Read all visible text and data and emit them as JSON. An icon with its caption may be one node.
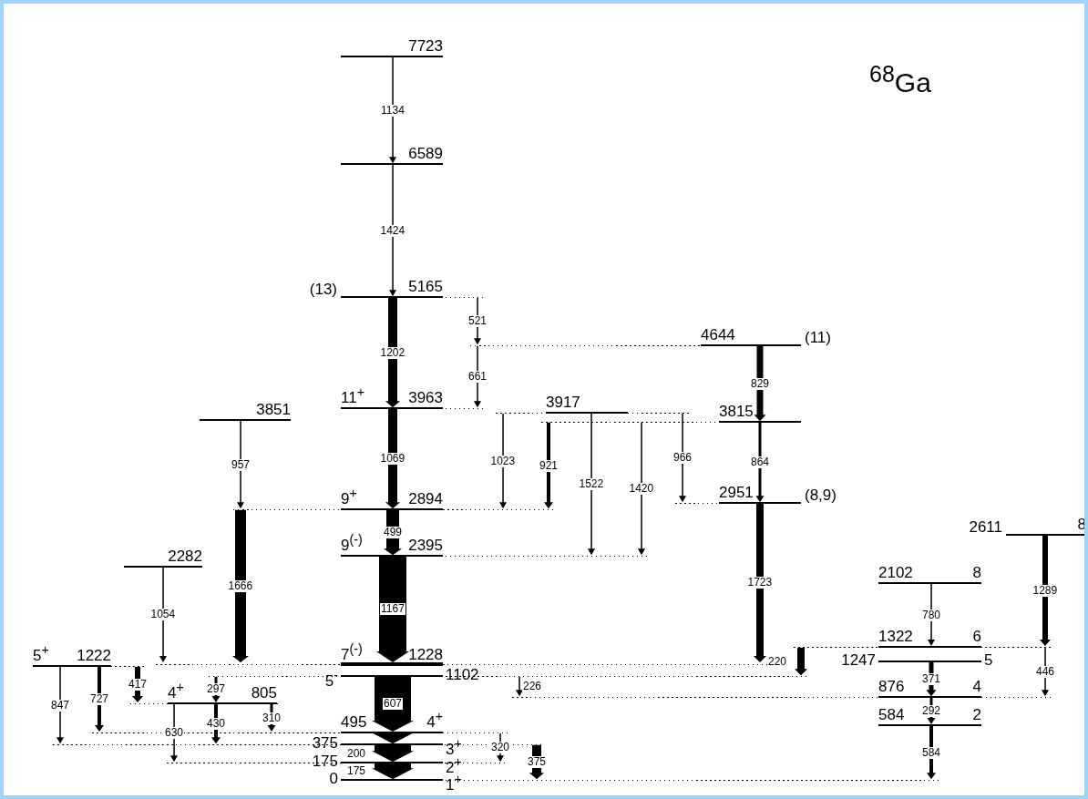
{
  "diagram": {
    "title": "$^{68}$Ga",
    "nodes": [
      {
        "text": [
          "7723"
        ]
      },
      {
        "text": [
          "6589"
        ]
      },
      {
        "text": [
          "(13)",
          "5165"
        ]
      },
      {
        "text": [
          "4644",
          "(11)"
        ]
      },
      {
        "text": [
          "11$^{+}$",
          "3963"
        ]
      },
      {
        "text": [
          "3917"
        ]
      },
      {
        "text": [
          "3851"
        ]
      },
      {
        "text": [
          "3815"
        ]
      },
      {
        "text": [
          "2951",
          "(8,9)"
        ]
      },
      {
        "text": [
          "9$^{+}$",
          "2894"
        ]
      },
      {
        "text": [
          "9$^{(-)}$",
          "2395"
        ]
      },
      {
        "text": [
          "2611",
          "8"
        ]
      },
      {
        "text": [
          "2282"
        ]
      },
      {
        "text": [
          "2102",
          "8"
        ]
      },
      {
        "text": [
          "1322",
          "6"
        ]
      },
      {
        "text": [
          "1247",
          "5"
        ]
      },
      {
        "text": [
          "7$^{(-)}$",
          "1228"
        ]
      },
      {
        "text": [
          "5$^{+}$",
          "1222"
        ]
      },
      {
        "text": [
          "5$^{-}$",
          "1102"
        ]
      },
      {
        "text": [
          "876",
          "4"
        ]
      },
      {
        "text": [
          "4$^{+}$",
          "805"
        ]
      },
      {
        "text": [
          "584",
          "2"
        ]
      },
      {
        "text": [
          "495",
          "4$^{+}$"
        ]
      },
      {
        "text": [
          "375",
          "3$^{+}$"
        ]
      },
      {
        "text": [
          "175",
          "2$^{+}$"
        ]
      },
      {
        "text": [
          "0",
          "1$^{+}$"
        ]
      }
    ],
    "edges": [
      {
        "from": 0,
        "to": 1,
        "arrow": "to",
        "label": "1134"
      },
      {
        "from": 1,
        "to": 2,
        "arrow": "to",
        "label": "1424"
      },
      {
        "from": 2,
        "to": 4,
        "arrow": "to",
        "label": "1202",
        "style": "thick"
      },
      {
        "from": 2,
        "to": 3,
        "arrow": "to",
        "label": "521"
      },
      {
        "from": 3,
        "to": 4,
        "arrow": "to",
        "label": "661"
      },
      {
        "from": 3,
        "to": 7,
        "arrow": "to",
        "label": "829",
        "style": "thick"
      },
      {
        "from": 7,
        "to": 8,
        "arrow": "to",
        "label": "864",
        "style": "thick"
      },
      {
        "from": 4,
        "to": 9,
        "arrow": "to",
        "label": "1069",
        "style": "thick"
      },
      {
        "from": 6,
        "to": 9,
        "arrow": "to",
        "label": "957"
      },
      {
        "from": 9,
        "to": 16,
        "arrow": "to",
        "label": "1666",
        "style": "thick"
      },
      {
        "from": 5,
        "to": 9,
        "arrow": "to",
        "label": "1023"
      },
      {
        "from": 7,
        "to": 9,
        "arrow": "to",
        "label": "921",
        "style": "thick"
      },
      {
        "from": 5,
        "to": 10,
        "arrow": "to",
        "label": "1522"
      },
      {
        "from": 7,
        "to": 10,
        "arrow": "to",
        "label": "1420"
      },
      {
        "from": 5,
        "to": 8,
        "arrow": "to",
        "label": "966"
      },
      {
        "from": 9,
        "to": 10,
        "arrow": "to",
        "label": "499",
        "style": "thick"
      },
      {
        "from": 8,
        "to": 16,
        "arrow": "to",
        "label": "1723",
        "style": "thick"
      },
      {
        "from": 10,
        "to": 16,
        "arrow": "to",
        "label": "1167",
        "style": "thick"
      },
      {
        "from": 12,
        "to": 16,
        "arrow": "to",
        "label": "1054"
      },
      {
        "from": 18,
        "to": 22,
        "arrow": "to",
        "label": "607",
        "style": "thick"
      },
      {
        "from": 18,
        "to": 20,
        "arrow": "to",
        "label": "297",
        "style": "thick"
      },
      {
        "from": 18,
        "to": 19,
        "arrow": "to",
        "label": "226"
      },
      {
        "from": 14,
        "to": 18,
        "arrow": "to",
        "label": "220",
        "style": "thick"
      },
      {
        "from": 17,
        "to": 20,
        "arrow": "to",
        "label": "417",
        "style": "thick"
      },
      {
        "from": 17,
        "to": 22,
        "arrow": "to",
        "label": "727",
        "style": "thick"
      },
      {
        "from": 17,
        "to": 23,
        "arrow": "to",
        "label": "847"
      },
      {
        "from": 20,
        "to": 24,
        "arrow": "to",
        "label": "630"
      },
      {
        "from": 20,
        "to": 23,
        "arrow": "to",
        "label": "430",
        "style": "thick"
      },
      {
        "from": 20,
        "to": 22,
        "arrow": "to",
        "label": "310",
        "style": "thick"
      },
      {
        "from": 22,
        "to": 23,
        "arrow": "to",
        "style": "thick"
      },
      {
        "from": 23,
        "to": 24,
        "arrow": "to",
        "label": "200",
        "style": "thick"
      },
      {
        "from": 24,
        "to": 25,
        "arrow": "to",
        "label": "175",
        "style": "thick"
      },
      {
        "from": 22,
        "to": 24,
        "arrow": "to",
        "label": "320"
      },
      {
        "from": 23,
        "to": 25,
        "arrow": "to",
        "label": "375",
        "style": "thick"
      },
      {
        "from": 13,
        "to": 14,
        "arrow": "to",
        "label": "780"
      },
      {
        "from": 15,
        "to": 19,
        "arrow": "to",
        "label": "371",
        "style": "thick"
      },
      {
        "from": 11,
        "to": 14,
        "arrow": "to",
        "label": "1289",
        "style": "thick"
      },
      {
        "from": 14,
        "to": 19,
        "arrow": "to",
        "label": "446"
      },
      {
        "from": 19,
        "to": 21,
        "arrow": "to",
        "label": "292",
        "style": "thick"
      },
      {
        "from": 21,
        "to": 25,
        "arrow": "to",
        "label": "584",
        "style": "thick"
      }
    ]
  }
}
